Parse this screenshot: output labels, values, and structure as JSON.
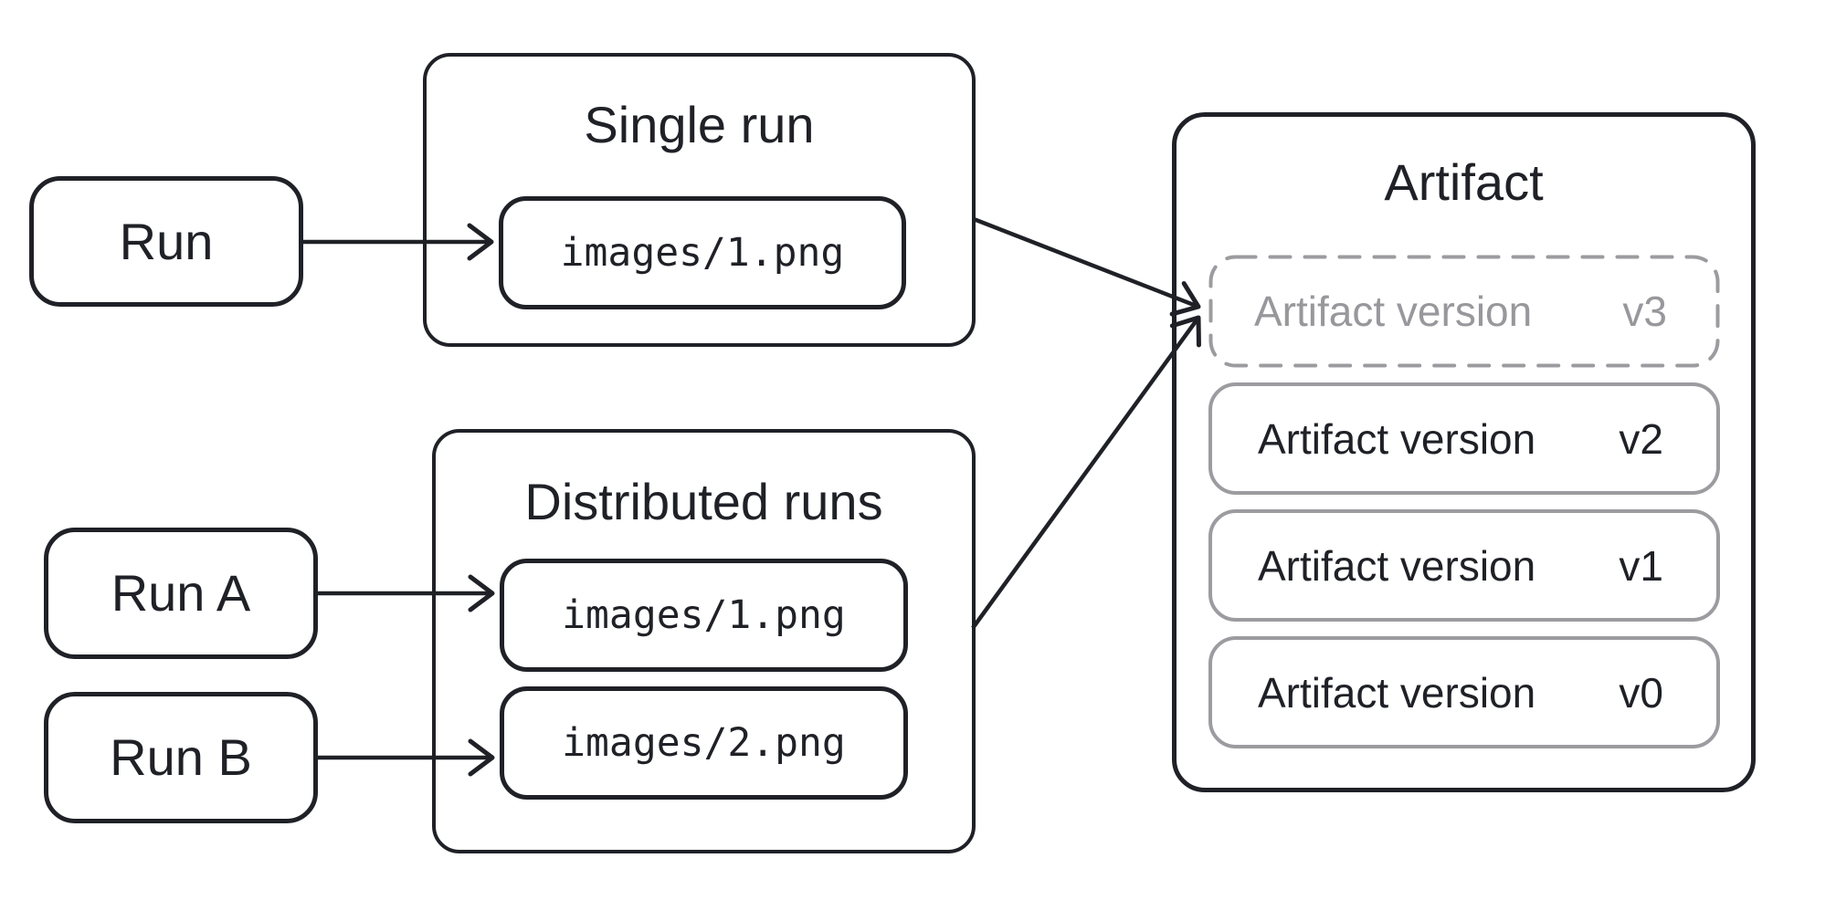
{
  "diagram": {
    "colors": {
      "stroke_dark": "#1f2127",
      "stroke_gray": "#9c9ca0",
      "text_gray": "#98989c",
      "background": "#ffffff"
    },
    "runs": {
      "single": {
        "label": "Run"
      },
      "run_a": {
        "label": "Run A"
      },
      "run_b": {
        "label": "Run B"
      }
    },
    "single_run_group": {
      "title": "Single run",
      "file": {
        "path": "images/1.png"
      }
    },
    "distributed_group": {
      "title": "Distributed runs",
      "files": [
        {
          "path": "images/1.png"
        },
        {
          "path": "images/2.png"
        }
      ]
    },
    "artifact_group": {
      "title": "Artifact",
      "pending_version": {
        "label": "Artifact version",
        "version": "v3"
      },
      "versions": [
        {
          "label": "Artifact version",
          "version": "v2"
        },
        {
          "label": "Artifact version",
          "version": "v1"
        },
        {
          "label": "Artifact version",
          "version": "v0"
        }
      ]
    }
  }
}
